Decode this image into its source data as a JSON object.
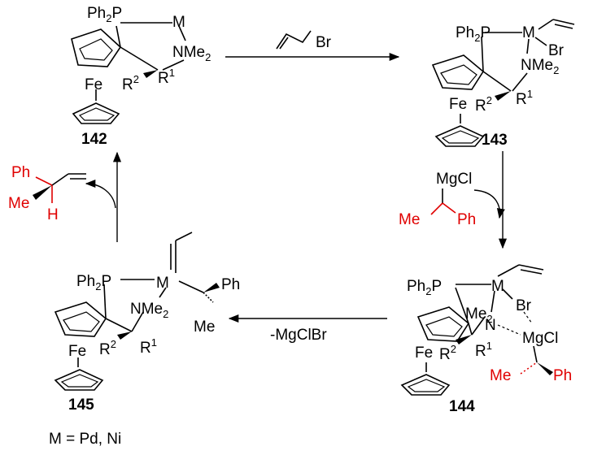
{
  "compounds": {
    "c142": {
      "number": "142",
      "p": "Ph",
      "p_sub": "2",
      "p_tail": "P",
      "m": "M",
      "n": "NMe",
      "n_sub": "2",
      "r2": "R",
      "r2_sup": "2",
      "r1": "R",
      "r1_sup": "1",
      "fe": "Fe"
    },
    "c143": {
      "number": "143",
      "p": "Ph",
      "p_sub": "2",
      "p_tail": "P",
      "m": "M",
      "br": "Br",
      "n": "NMe",
      "n_sub": "2",
      "r2": "R",
      "r2_sup": "2",
      "r1": "R",
      "r1_sup": "1",
      "fe": "Fe"
    },
    "c144": {
      "number": "144",
      "p": "Ph",
      "p_sub": "2",
      "p_tail": "P",
      "m": "M",
      "br": "Br",
      "me2": "Me",
      "me2_sub": "2",
      "n": "N",
      "mgcl": "MgCl",
      "me": "Me",
      "ph": "Ph",
      "r2": "R",
      "r2_sup": "2",
      "r1": "R",
      "r1_sup": "1",
      "fe": "Fe"
    },
    "c145": {
      "number": "145",
      "p": "Ph",
      "p_sub": "2",
      "p_tail": "P",
      "m": "M",
      "ph": "Ph",
      "n": "NMe",
      "n_sub": "2",
      "me": "Me",
      "r2": "R",
      "r2_sup": "2",
      "r1": "R",
      "r1_sup": "1",
      "fe": "Fe"
    }
  },
  "reagents": {
    "vinyl_bromide": "Br",
    "grignard_mgcl": "MgCl",
    "grignard_me": "Me",
    "grignard_ph": "Ph",
    "byproduct": "-MgClBr"
  },
  "product": {
    "ph": "Ph",
    "me": "Me",
    "h": "H"
  },
  "footnote": "M = Pd, Ni",
  "colors": {
    "highlight": "#e00000",
    "ink": "#000000"
  }
}
